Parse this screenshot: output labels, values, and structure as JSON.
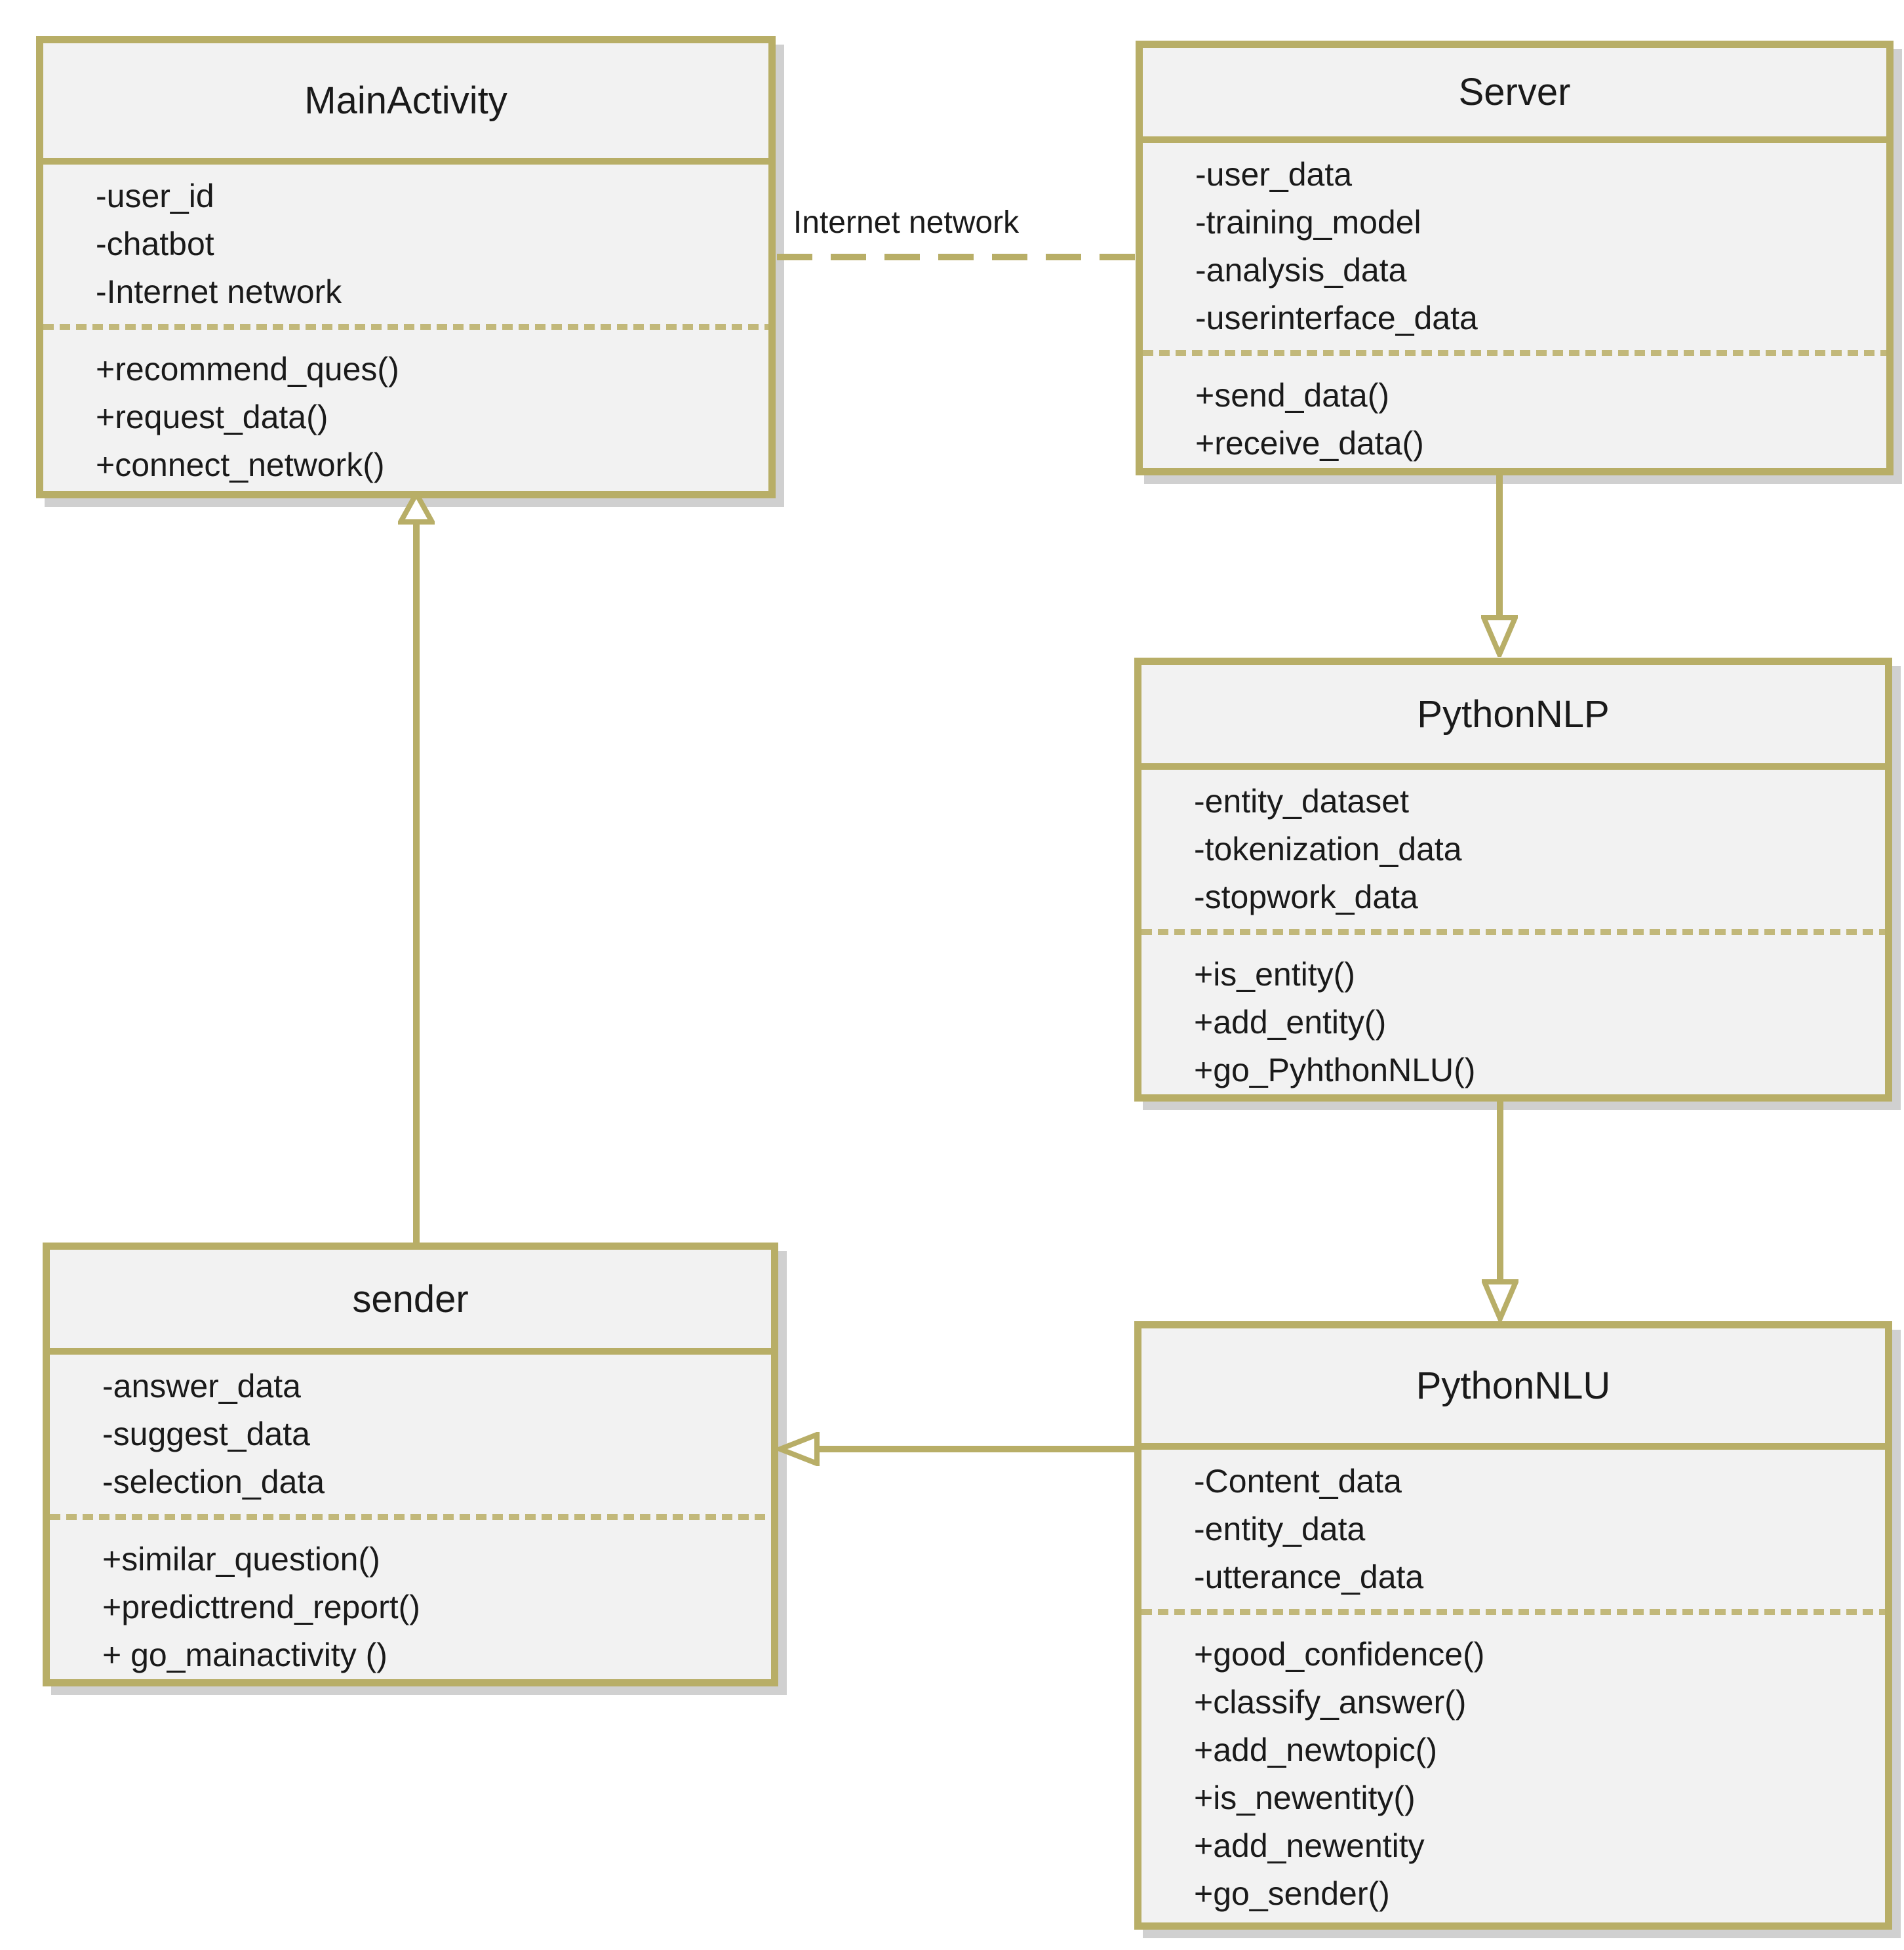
{
  "diagram": {
    "type": "uml-class-diagram",
    "background_color": "#ffffff",
    "accent_color": "#b8ae67",
    "box_fill_color": "#f2f2f2",
    "shadow_color": "#d0d0d0",
    "text_color": "#1a1a1a"
  },
  "classes": [
    {
      "name": "MainActivity",
      "attributes": [
        "-user_id",
        "-chatbot",
        "-Internet network"
      ],
      "methods": [
        "+recommend_ques()",
        "+request_data()",
        "+connect_network()"
      ]
    },
    {
      "name": "Server",
      "attributes": [
        "-user_data",
        "-training_model",
        "-analysis_data",
        "-userinterface_data"
      ],
      "methods": [
        "+send_data()",
        "+receive_data()"
      ]
    },
    {
      "name": "PythonNLP",
      "attributes": [
        "-entity_dataset",
        "-tokenization_data",
        "-stopwork_data"
      ],
      "methods": [
        "+is_entity()",
        "+add_entity()",
        "+go_PyhthonNLU()"
      ]
    },
    {
      "name": "PythonNLU",
      "attributes": [
        "-Content_data",
        "-entity_data",
        "-utterance_data"
      ],
      "methods": [
        "+good_confidence()",
        "+classify_answer()",
        "+add_newtopic()",
        "+is_newentity()",
        "+add_newentity",
        "+go_sender()"
      ]
    },
    {
      "name": "sender",
      "attributes": [
        "-answer_data",
        "-suggest_data",
        "-selection_data"
      ],
      "methods": [
        "+similar_question()",
        "+predicttrend_report()",
        "+ go_mainactivity ()"
      ]
    }
  ],
  "connectors": [
    {
      "type": "dashed-association",
      "from": "MainActivity",
      "to": "Server",
      "label": "Internet network"
    },
    {
      "type": "generalization",
      "from": "sender",
      "to": "MainActivity",
      "label": ""
    },
    {
      "type": "generalization",
      "from": "Server",
      "to": "PythonNLP",
      "label": ""
    },
    {
      "type": "generalization",
      "from": "PythonNLP",
      "to": "PythonNLU",
      "label": ""
    },
    {
      "type": "generalization",
      "from": "PythonNLU",
      "to": "sender",
      "label": ""
    }
  ]
}
